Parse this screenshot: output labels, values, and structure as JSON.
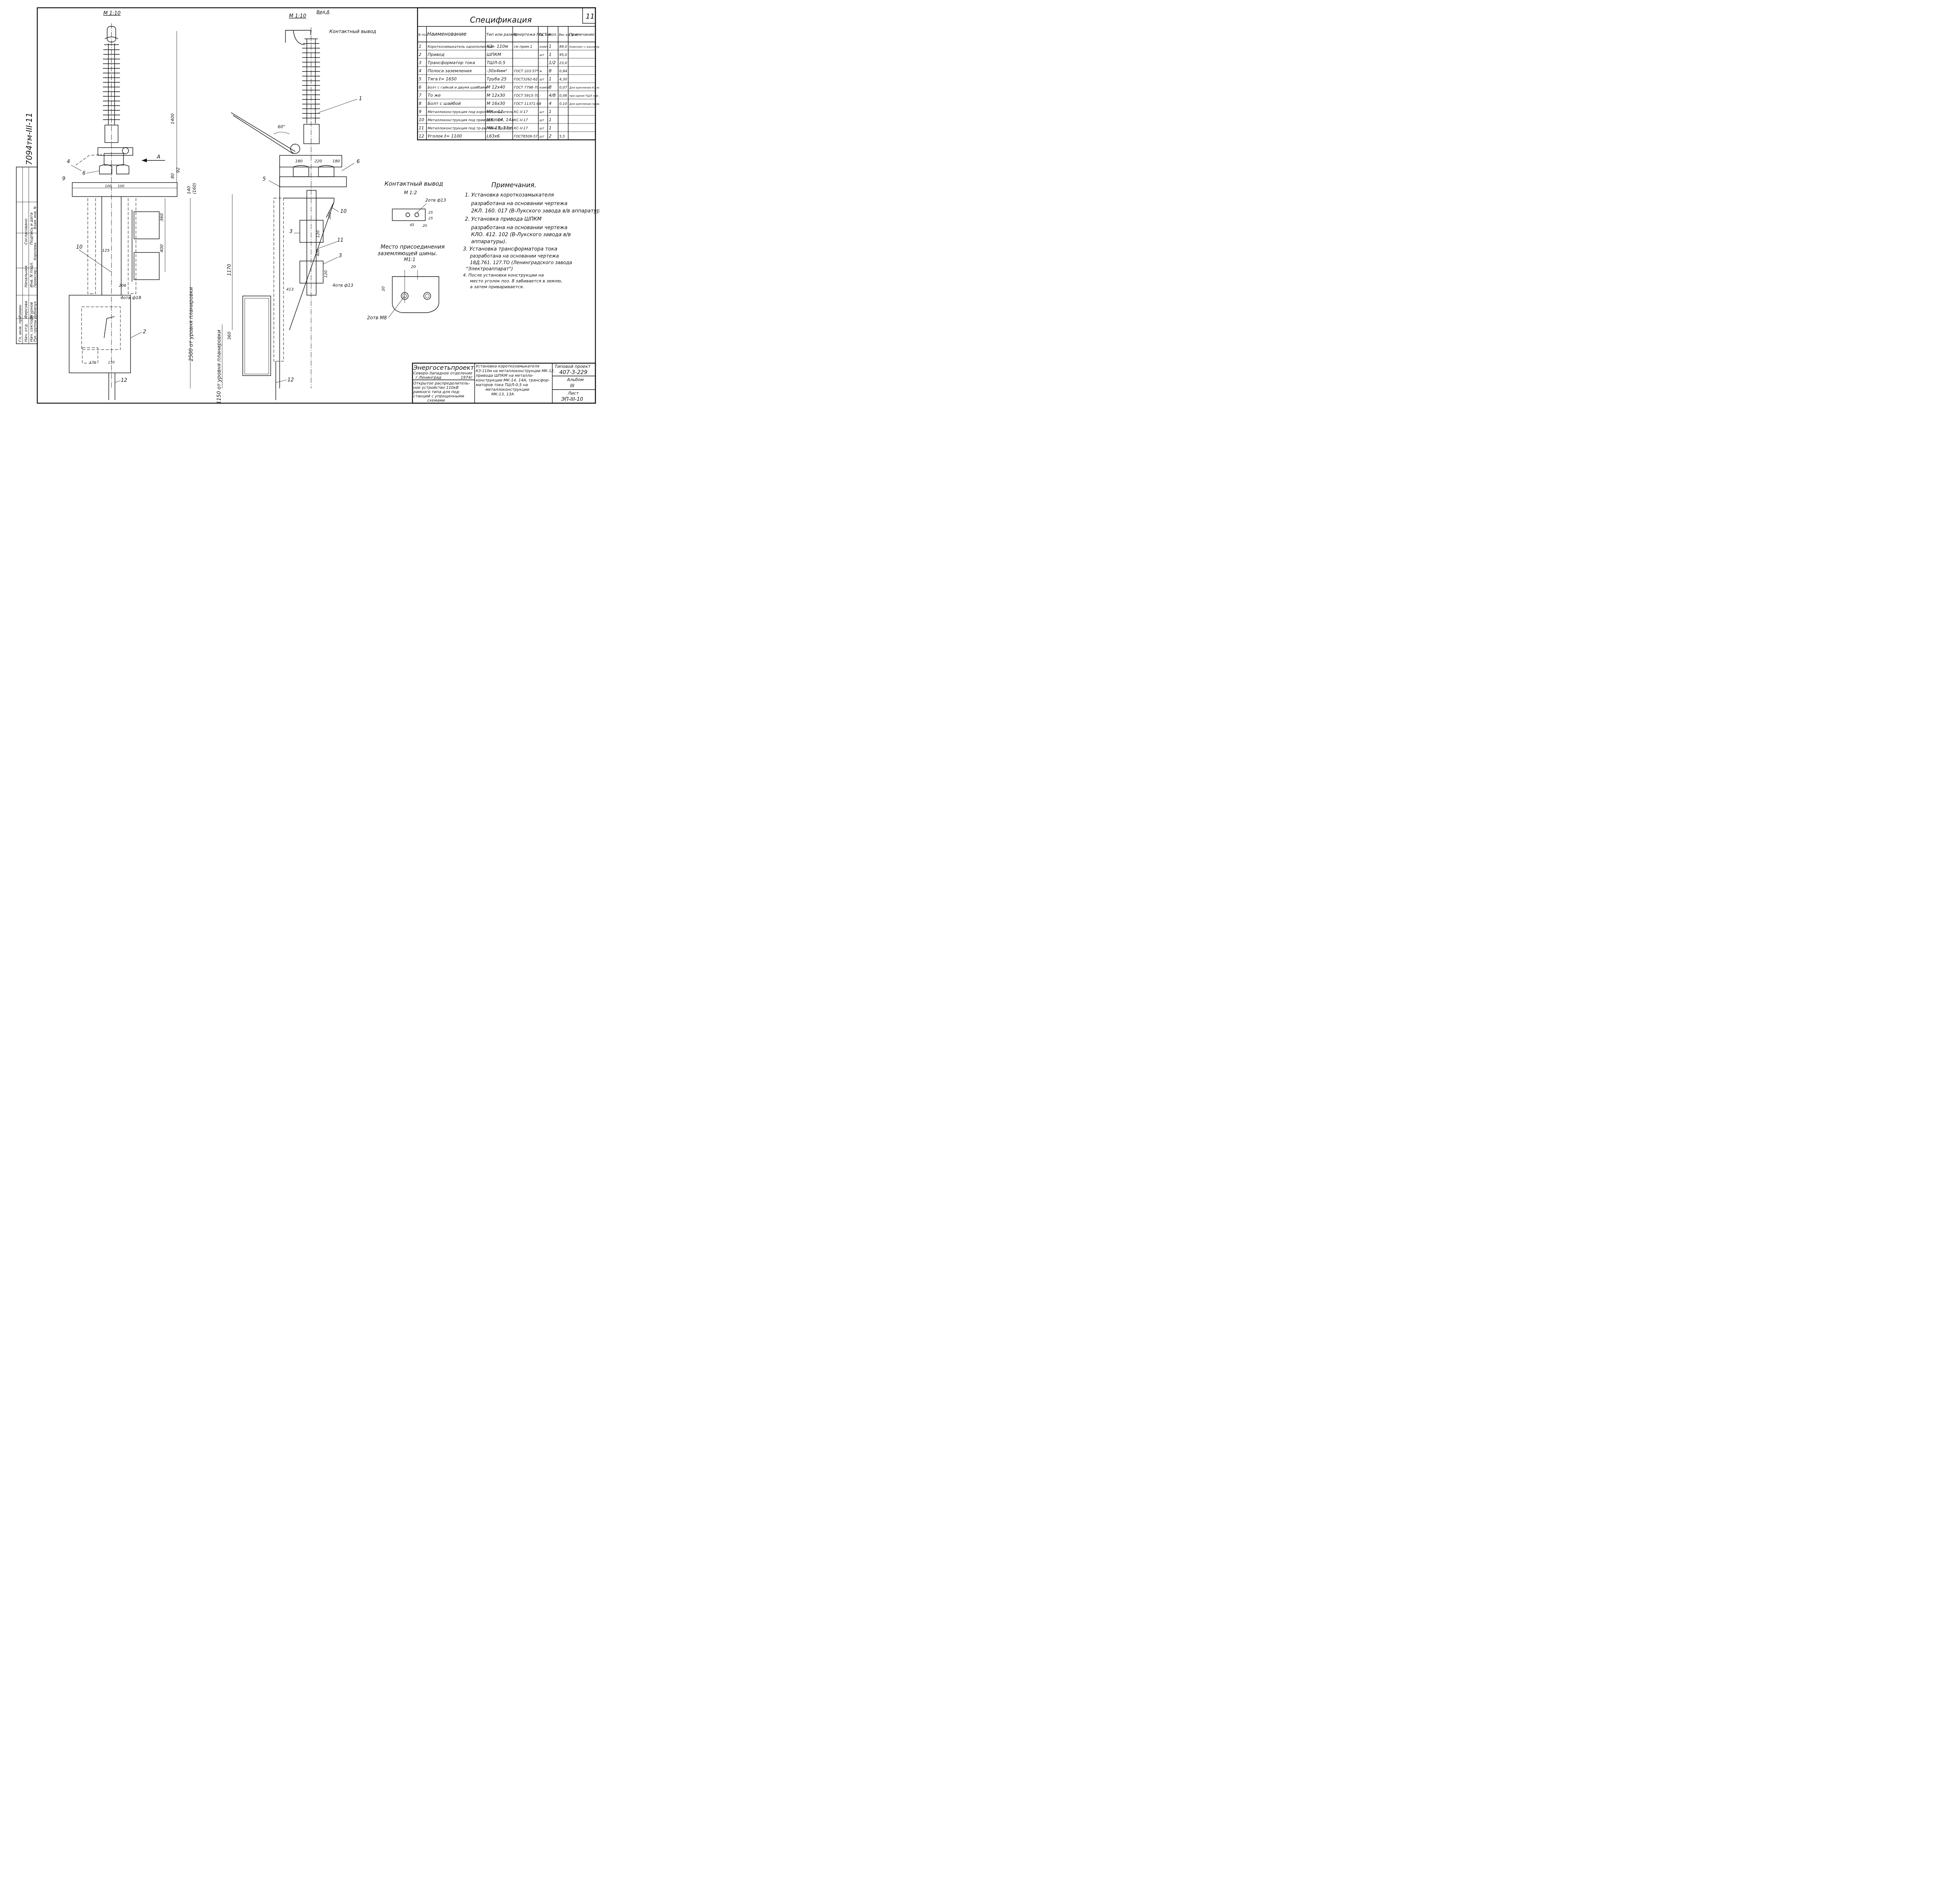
{
  "sheet_number": "11",
  "inventory_no": "7094тм-III-11",
  "views": {
    "left_scale": "М 1:10",
    "right_scale": "М 1:10",
    "right_view_label": "Вид А",
    "view_arrow": "А",
    "contact_lead": "Контактный вывод",
    "angle": "60°"
  },
  "dims_left": [
    "1400",
    "80",
    "92",
    "140",
    "(160)",
    "100",
    "100",
    "360",
    "400",
    "125",
    "206",
    "170",
    "170",
    "2500 от уровня планировки",
    "4отв ф18"
  ],
  "dims_right": [
    "220",
    "180",
    "180",
    "360",
    "120",
    "400",
    "120",
    "1170",
    "413",
    "360",
    "1150 от уровня планировки",
    "4отв ф13"
  ],
  "callouts_left": [
    "4",
    "6",
    "9",
    "10",
    "2",
    "12"
  ],
  "callouts_right": [
    "1",
    "6",
    "5",
    "10",
    "3",
    "11",
    "3",
    "12"
  ],
  "spec": {
    "title": "Спецификация",
    "headers": [
      "N поз",
      "Наименование",
      "Тип или размер",
      "N чертежа ГОСТ",
      "Ед. изм",
      "Кол.",
      "Вес ед. в кг",
      "Примечание"
    ],
    "rows": [
      [
        "1",
        "Короткозамыкатель однополюсный",
        "КЗ - 110м",
        "см прим.1",
        "комп",
        "1",
        "89,0",
        "Комплект с изоляторами, КЗ и шарниром"
      ],
      [
        "2",
        "Привод",
        "ШПКМ",
        "",
        "шт",
        "1",
        "95,0",
        ""
      ],
      [
        "3",
        "Трансформатор тока",
        "ТШЛ-0,5",
        "",
        "-",
        "1/2",
        "23,0",
        ""
      ],
      [
        "4",
        "Полоса заземления",
        "-30x4мм²",
        "ГОСТ 103-57*",
        "м",
        "8",
        "0,94",
        ""
      ],
      [
        "5",
        "Тяга ℓ= 1650",
        "Труба 25",
        "ГОСТ3262-62",
        "шт",
        "1",
        "4,30",
        ""
      ],
      [
        "6",
        "Болт с гайкой и двумя шайбами",
        "М 12x40",
        "ГОСТ 7798-70",
        "компл",
        "8",
        "0,07",
        "Для крепления КЗ поз.1"
      ],
      [
        "7",
        "То же",
        "М 12x30",
        "ГОСТ 5915-70",
        "-",
        "4/8",
        "0,06",
        "при одном ТШЛ при двух ТШЛ"
      ],
      [
        "8",
        "Болт с шайбой",
        "М 16x30",
        "ГОСТ 11371-68",
        "-",
        "4",
        "0,10",
        "Для крепления привода поз.2"
      ],
      [
        "9",
        "Металлоконструкция под короткозамыкатель",
        "МК - 12",
        "КС-V-17",
        "шт",
        "1",
        "",
        ""
      ],
      [
        "10",
        "Металлоконструкция под привод ШПКМ",
        "МК - 14, 14а",
        "КС-V-17",
        "шт",
        "1",
        "",
        ""
      ],
      [
        "11",
        "Металлоконструкция под тр-ры тока ТШЛ-0,5",
        "МК-13, 13а",
        "КС-V-17",
        "шт",
        "1",
        "",
        ""
      ],
      [
        "12",
        "Уголок ℓ= 1100",
        "L63x6",
        "ГОСТ8509-57",
        "шт",
        "2",
        "5,5",
        ""
      ]
    ]
  },
  "detail_contact": {
    "title": "Контактный вывод",
    "scale": "М 1:2",
    "holes": "2отв ф13",
    "dims": [
      "25",
      "25",
      "45",
      "20"
    ]
  },
  "detail_ground": {
    "title_line1": "Место присоединения",
    "title_line2": "заземляющей шины.",
    "scale": "М1:1",
    "holes": "2отв М8",
    "dims": [
      "20",
      "20"
    ]
  },
  "notes": {
    "title": "Примечания.",
    "lines": [
      "1. Установка короткозамыкателя",
      "разработана на основании чертежа",
      "2КЛ. 160. 017 (В-Лукского завода в/в аппаратуры)",
      "2. Установка привода ШПКМ",
      "разработана на основании чертежа",
      "КЛО. 412. 102 (В-Лукского завода в/в",
      "аппаратуры).",
      "3. Установка трансформатора тока",
      "разработана на основании чертежа",
      "18Д.761. 127.ТО (Ленинградского завода",
      "\"Электроаппарат\")",
      "4. После установки конструкции на",
      "место уголок поз. 8 забивается в землю,",
      "а затем приваривается."
    ]
  },
  "title_block": {
    "org": "Энергосетьпроект",
    "branch": "Северо-Западное отделение",
    "city": "г.Ленинград",
    "year": "1974г",
    "object": [
      "Открытое распределитель-",
      "ное устройство 110кВ",
      "рамного типа для под-",
      "станций с упрощенными",
      "схемами"
    ],
    "description": [
      "Установка короткозамыкателя",
      "КЗ-110м на металлоконструкции МК-12,",
      "привода ШПКМ на металло-",
      "конструкции МК-14, 14А, трансфор-",
      "маторов тока ТШЛ-0,5 на",
      "металлоконструкции",
      "МК-13, 13А"
    ],
    "typical_project_label": "Типовой проект",
    "typical_project": "407-3-229",
    "album_label": "Альбом",
    "album": "III",
    "sheet_label": "Лист",
    "sheet": "ЭП-III-10"
  },
  "stamp": {
    "roles": [
      "Гл. инж. пр.",
      "Нач. отд.",
      "Нач. сектора",
      "Рук. группы",
      "Проектир."
    ],
    "names": [
      "Фомин",
      "Фирсова",
      "Егурнов",
      "Дубовчук",
      "Королева"
    ]
  },
  "side_strip": [
    "Начальник",
    "Согласовано",
    "Инв. N подл.",
    "Подпись и дата",
    "Взам. инв. N"
  ]
}
